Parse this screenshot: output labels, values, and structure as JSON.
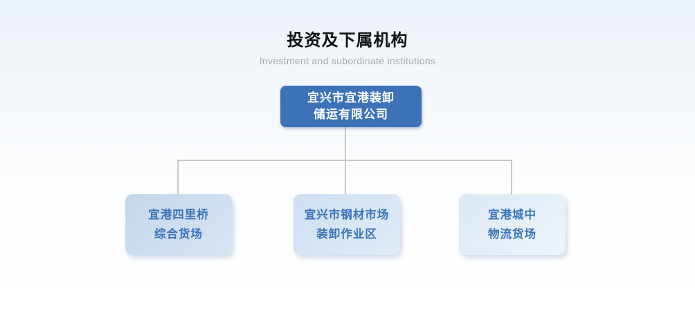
{
  "header": {
    "title": "投资及下属机构",
    "subtitle": "Investment and subordinate institutions"
  },
  "org_chart": {
    "root": {
      "line1": "宜兴市宜港装卸",
      "line2": "储运有限公司"
    },
    "children": [
      {
        "line1": "宜港四里桥",
        "line2": "综合货场"
      },
      {
        "line1": "宜兴市钢材市场",
        "line2": "装卸作业区"
      },
      {
        "line1": "宜港城中",
        "line2": "物流货场"
      }
    ]
  },
  "colors": {
    "root_box_bg": "#3d73b6",
    "root_box_text": "#ffffff",
    "child_text": "#3a74b8",
    "child_box_bg_1": "#c5d7ec",
    "child_box_bg_2": "#cedff0",
    "child_box_bg_3": "#dce8f4",
    "connector": "#c8c8c8",
    "title_text": "#111111",
    "subtitle_text": "#a3a8ad",
    "background_top": "#ecf3f9"
  }
}
